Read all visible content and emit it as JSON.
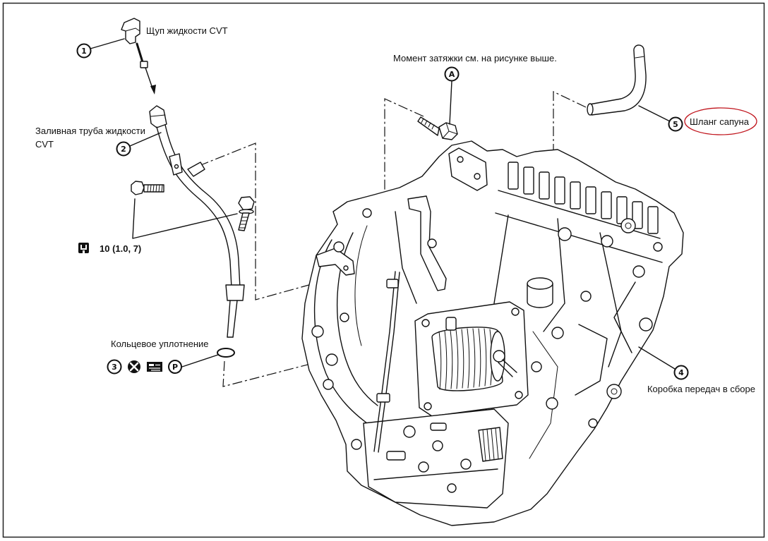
{
  "labels": {
    "dipstick": "Щуп жидкости CVT",
    "filler_tube_line1": "Заливная труба жидкости",
    "filler_tube_line2": "CVT",
    "torque_value": "10 (1.0, 7)",
    "o_ring": "Кольцевое уплотнение",
    "torque_note": "Момент затяжки см. на рисунке выше.",
    "breather_hose": "Шланг сапуна",
    "transmission_assembly": "Коробка передач в сборе"
  },
  "callouts": {
    "c1": "1",
    "c2": "2",
    "c3": "3",
    "c4": "4",
    "c5": "5",
    "cA": "A"
  },
  "icons": {
    "torque": "torque-wrench-icon",
    "do_not_reuse": "x-circle-icon",
    "fluid": "fluid-apply-icon",
    "replace": "p-circle-icon",
    "replace_letter": "P"
  },
  "colors": {
    "highlight": "#c0141c",
    "ink": "#111111"
  }
}
